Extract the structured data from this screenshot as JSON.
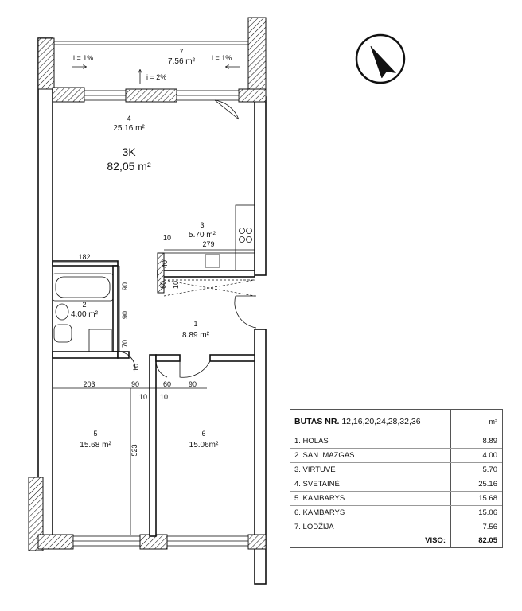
{
  "plan": {
    "apartment_type": "3K",
    "apartment_area": "82,05 m²",
    "rooms": [
      {
        "id": "7",
        "area": "7.56 m²"
      },
      {
        "id": "4",
        "area": "25.16 m²"
      },
      {
        "id": "3",
        "area": "5.70 m²"
      },
      {
        "id": "2",
        "area": "4.00 m²"
      },
      {
        "id": "1",
        "area": "8.89 m²"
      },
      {
        "id": "5",
        "area": "15.68 m²"
      },
      {
        "id": "6",
        "area": "15.06m²"
      }
    ],
    "slopes": {
      "left": "i = 1%",
      "right": "i = 1%",
      "center": "i = 2%"
    },
    "dimensions": {
      "d_182": "182",
      "d_279": "279",
      "d_10_kitchen": "10",
      "d_90_top": "90",
      "d_90_mid": "90",
      "d_70": "70",
      "d_10_bath": "10",
      "d_203": "203",
      "d_90_b1": "90",
      "d_60": "60",
      "d_90_b2": "90",
      "d_10_a": "10",
      "d_10_b": "10",
      "d_523": "523",
      "d_40": "40",
      "d_60_v": "60",
      "d_10_v": "10"
    },
    "north_icon": "north-arrow-icon"
  },
  "summary": {
    "header_label": "BUTAS NR.",
    "header_numbers": "12,16,20,24,28,32,36",
    "header_unit": "m²",
    "rows": [
      {
        "name": "1. HOLAS",
        "value": "8.89"
      },
      {
        "name": "2. SAN. MAZGAS",
        "value": "4.00"
      },
      {
        "name": "3. VIRTUVĖ",
        "value": "5.70"
      },
      {
        "name": "4. SVETAINĖ",
        "value": "25.16"
      },
      {
        "name": "5. KAMBARYS",
        "value": "15.68"
      },
      {
        "name": "6. KAMBARYS",
        "value": "15.06"
      },
      {
        "name": "7. LODŽIJA",
        "value": "7.56"
      }
    ],
    "total_label": "VISO:",
    "total_value": "82.05"
  }
}
